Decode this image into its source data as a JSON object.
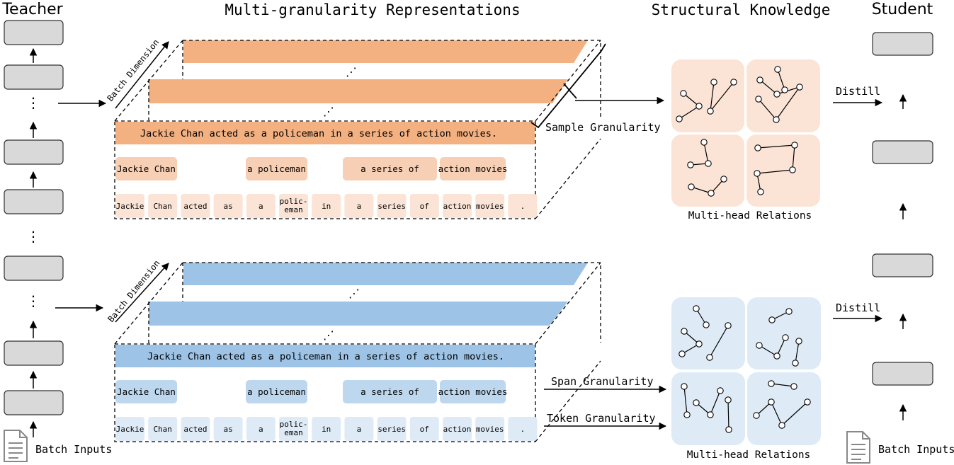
{
  "headers": {
    "teacher": "Teacher",
    "representations": "Multi-granularity Representations",
    "structural": "Structural Knowledge",
    "student": "Student"
  },
  "batch_dimension": "Batch Dimension",
  "batch_inputs": "Batch Inputs",
  "distill": "Distill",
  "sentence": "Jackie Chan acted as a policeman in a series of action movies.",
  "spans": [
    "Jackie Chan",
    "a policeman",
    "a series of",
    "action movies"
  ],
  "tokens": [
    "Jackie",
    "Chan",
    "acted",
    "as",
    "a",
    "polic-\neman",
    "in",
    "a",
    "series",
    "of",
    "action",
    "movies",
    "."
  ],
  "granularity": {
    "sample": "Sample Granularity",
    "span": "Span Granularity",
    "token": "Token Granularity"
  },
  "relations_label": "Multi-head Relations",
  "ellipsis_vertical": "⋮",
  "ellipsis_diagonal": "⋰",
  "colors": {
    "orange_bar": "#f3b080",
    "orange_sentence": "#f3b080",
    "orange_span": "#f7cfb4",
    "orange_token": "#fbe4d6",
    "orange_panel": "#fbe4d6",
    "blue_bar": "#9dc3e6",
    "blue_sentence": "#9dc3e6",
    "blue_span": "#bdd7ee",
    "blue_token": "#deebf7",
    "blue_panel": "#deebf7",
    "layer_box": "#d9d9d9"
  }
}
